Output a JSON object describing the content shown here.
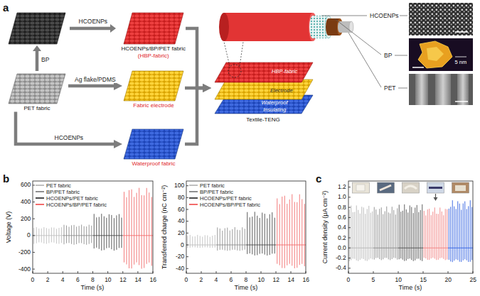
{
  "diagram": {
    "nodes": [
      {
        "text": [
          "PET fabric"
        ]
      },
      {
        "text": [
          "HCOENPs/BP/PET fabric",
          "(HBP-fabric)"
        ]
      },
      {
        "text": [
          "Fabric electrode"
        ]
      },
      {
        "text": [
          "Waterproof fabric"
        ]
      },
      {
        "text": [
          "Textile-TENG"
        ]
      }
    ],
    "edges": [
      {
        "from": 0,
        "to": 2,
        "label": "Ag flake/PDMS",
        "arrow": "to"
      },
      {
        "from": 0,
        "to": 3,
        "label": "HCOENPs",
        "arrow": "to"
      },
      {
        "from": 1,
        "to": 4,
        "arrow": "to"
      },
      {
        "from": 2,
        "to": 4,
        "arrow": "to"
      },
      {
        "from": 3,
        "to": 4,
        "arrow": "to"
      }
    ],
    "labels": [
      "a",
      "BP",
      "HCOENPs",
      "HBP-fabric",
      "Electrode",
      "Waterproof",
      "Insulating",
      "HCOENPs",
      "BP",
      "PET",
      "5 nm",
      "b",
      "c",
      "600",
      "400",
      "200",
      "0",
      "-200",
      "-400",
      "0",
      "2",
      "4",
      "6",
      "8",
      "10",
      "12",
      "14",
      "16",
      "Voltage (V)",
      "Time (s)",
      "100",
      "80",
      "60",
      "40",
      "20",
      "0",
      "-20",
      "-40",
      "0",
      "2",
      "4",
      "6",
      "8",
      "10",
      "12",
      "14",
      "16",
      "Transferred charge (nC cm⁻²)",
      "Time (s)",
      "1.2",
      "1.0",
      "0.8",
      "0.6",
      "0.4",
      "0.2",
      "0.0",
      "-0.2",
      "-0.4",
      "0",
      "5",
      "10",
      "15",
      "20",
      "25",
      "Current density (μA cm⁻²)",
      "Time (s)"
    ],
    "legend": [
      {
        "text": "PET fabric",
        "color": "#c0c0c0"
      },
      {
        "text": "BP/PET fabric",
        "color": "#8f8f8f"
      },
      {
        "text": "HCOENPs/PET fabric",
        "color": "#4a4a4a"
      },
      {
        "text": "HCOENPs/BP/PET fabric",
        "color": "#f26b6b"
      },
      {
        "text": "PET fabric",
        "color": "#c0c0c0"
      },
      {
        "text": "BP/PET fabric",
        "color": "#8f8f8f"
      },
      {
        "text": "HCOENPs/PET fabric",
        "color": "#4a4a4a"
      },
      {
        "text": "HCOENPs/BP/PET fabric",
        "color": "#f26b6b"
      }
    ]
  }
}
